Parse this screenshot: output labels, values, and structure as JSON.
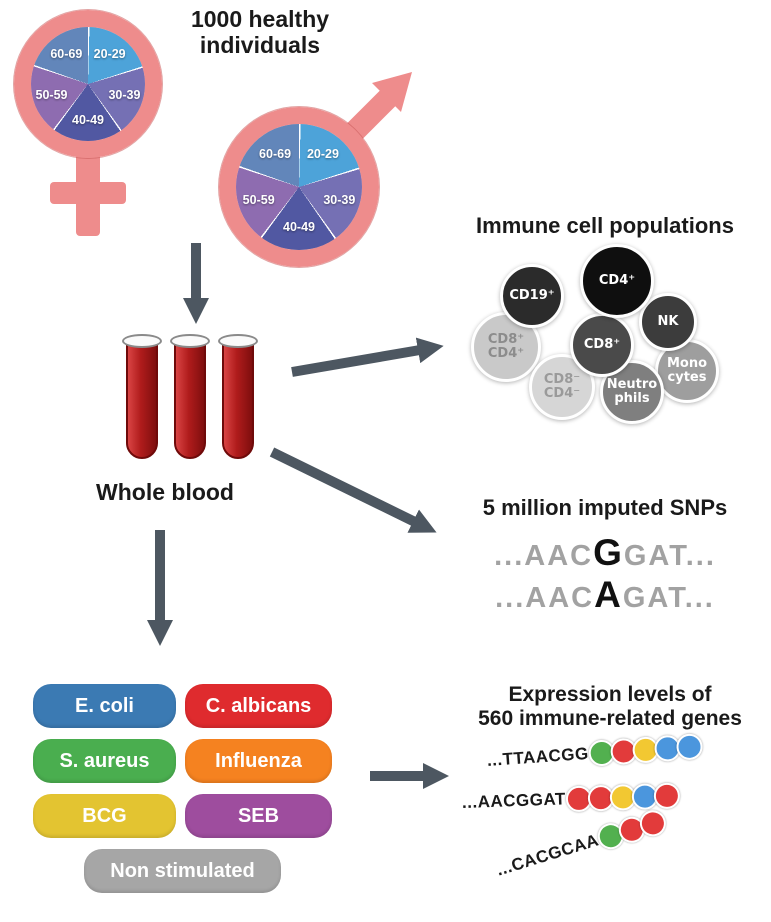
{
  "style": {
    "arrow_color": "#4d5761",
    "symbol_color": "#ee8c8c"
  },
  "header": {
    "title": "1000 healthy individuals"
  },
  "demographics": {
    "age_groups": [
      {
        "label": "20-29",
        "color": "#4da3d9"
      },
      {
        "label": "30-39",
        "color": "#7570b4"
      },
      {
        "label": "40-49",
        "color": "#5158a2"
      },
      {
        "label": "50-59",
        "color": "#8e6cb0"
      },
      {
        "label": "60-69",
        "color": "#6286ba"
      }
    ]
  },
  "blood": {
    "label": "Whole blood"
  },
  "immune_cells": {
    "heading": "Immune cell populations",
    "cells": [
      {
        "label": "CD19⁺",
        "color": "#2b2b2b",
        "text_color": "#ffffff"
      },
      {
        "label": "CD4⁺",
        "color": "#0f0f0f",
        "text_color": "#ffffff"
      },
      {
        "label": "NK",
        "color": "#3c3c3c",
        "text_color": "#ffffff"
      },
      {
        "label": "CD8⁺",
        "color": "#4a4a4a",
        "text_color": "#ffffff"
      },
      {
        "label": "CD8⁺\nCD4⁺",
        "color": "#c9c9c9",
        "text_color": "#8c8c8c"
      },
      {
        "label": "Mono\ncytes",
        "color": "#9e9e9e",
        "text_color": "#ffffff"
      },
      {
        "label": "CD8⁻\nCD4⁻",
        "color": "#d6d6d6",
        "text_color": "#9a9a9a"
      },
      {
        "label": "Neutro\nphils",
        "color": "#7f7f7f",
        "text_color": "#ffffff"
      }
    ]
  },
  "snps": {
    "heading": "5 million imputed SNPs",
    "sequences": [
      {
        "pre": "...AAC",
        "variant": "G",
        "post": "GAT..."
      },
      {
        "pre": "...AAC",
        "variant": "A",
        "post": "GAT..."
      }
    ]
  },
  "stimulation": {
    "items": [
      {
        "label": "E. coli",
        "color": "#3b7ab3"
      },
      {
        "label": "C. albicans",
        "color": "#df2b2e"
      },
      {
        "label": "S. aureus",
        "color": "#4aae4f"
      },
      {
        "label": "Influenza",
        "color": "#f58220"
      },
      {
        "label": "BCG",
        "color": "#e3c431"
      },
      {
        "label": "SEB",
        "color": "#9e4d9e"
      },
      {
        "label": "Non stimulated",
        "color": "#a6a6a6"
      }
    ]
  },
  "expression": {
    "heading_lines": [
      "Expression levels of",
      "560 immune-related genes"
    ],
    "reads": [
      {
        "sequence": "...TTAACGG",
        "dots": [
          "#52b04f",
          "#e23b3b",
          "#f2c832",
          "#4b96dd",
          "#4b96dd"
        ]
      },
      {
        "sequence": "...AACGGAT",
        "dots": [
          "#e23b3b",
          "#e23b3b",
          "#f2c832",
          "#4b96dd",
          "#e23b3b"
        ]
      },
      {
        "sequence": "...CACGCAA",
        "dots": [
          "#52b04f",
          "#e23b3b",
          "#e23b3b"
        ]
      }
    ]
  }
}
